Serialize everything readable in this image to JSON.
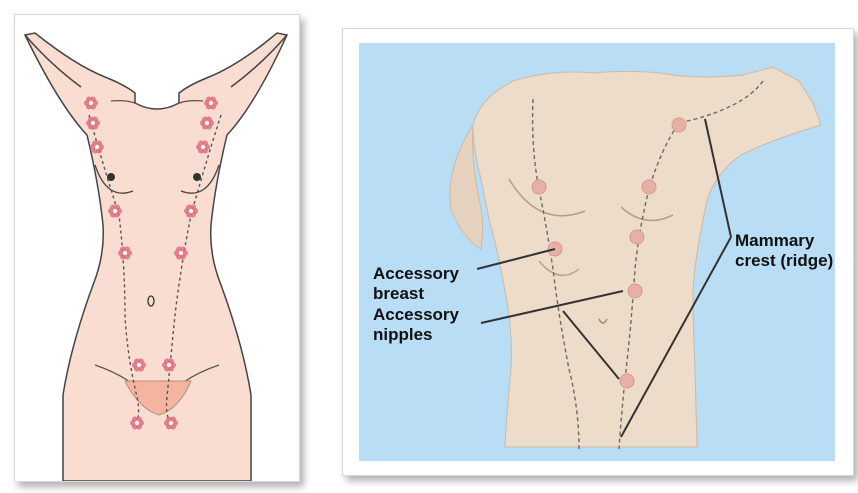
{
  "left_figure": {
    "colors": {
      "skin": "#f8ddd0",
      "nipple_flower": "#e07080",
      "underwear": "#f4b4a0",
      "dashed_line": "#555555"
    },
    "icons": [
      "accessory-nipple-flower-icon"
    ]
  },
  "right_figure": {
    "colors": {
      "background": "#b9ddf5",
      "skin": "#eedcca",
      "areola": "#e8b0a4",
      "dashed_line": "#6a6a6a"
    },
    "labels": {
      "accessory_breast": "Accessory breast",
      "accessory_nipples": "Accessory nipples",
      "mammary_crest": "Mammary crest (ridge)"
    }
  }
}
